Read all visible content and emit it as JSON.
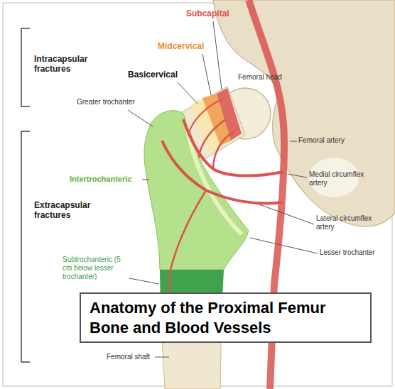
{
  "diagram": {
    "title": "Anatomy of the Proximal Femur Bone and Blood Vessels",
    "labels": [
      "Subcapital",
      "Intracapsular fractures",
      "Midcervical",
      "Basicervical",
      "Femoral head",
      "Greater trochanter",
      "Femoral artery",
      "Intertrochanteric",
      "Medial circumflex artery",
      "Extracapsular fractures",
      "Lateral circumflex artery",
      "Lesser trochanter",
      "Subtrochanteric (5 cm below lesser trochanter)",
      "Femoral shaft"
    ]
  }
}
